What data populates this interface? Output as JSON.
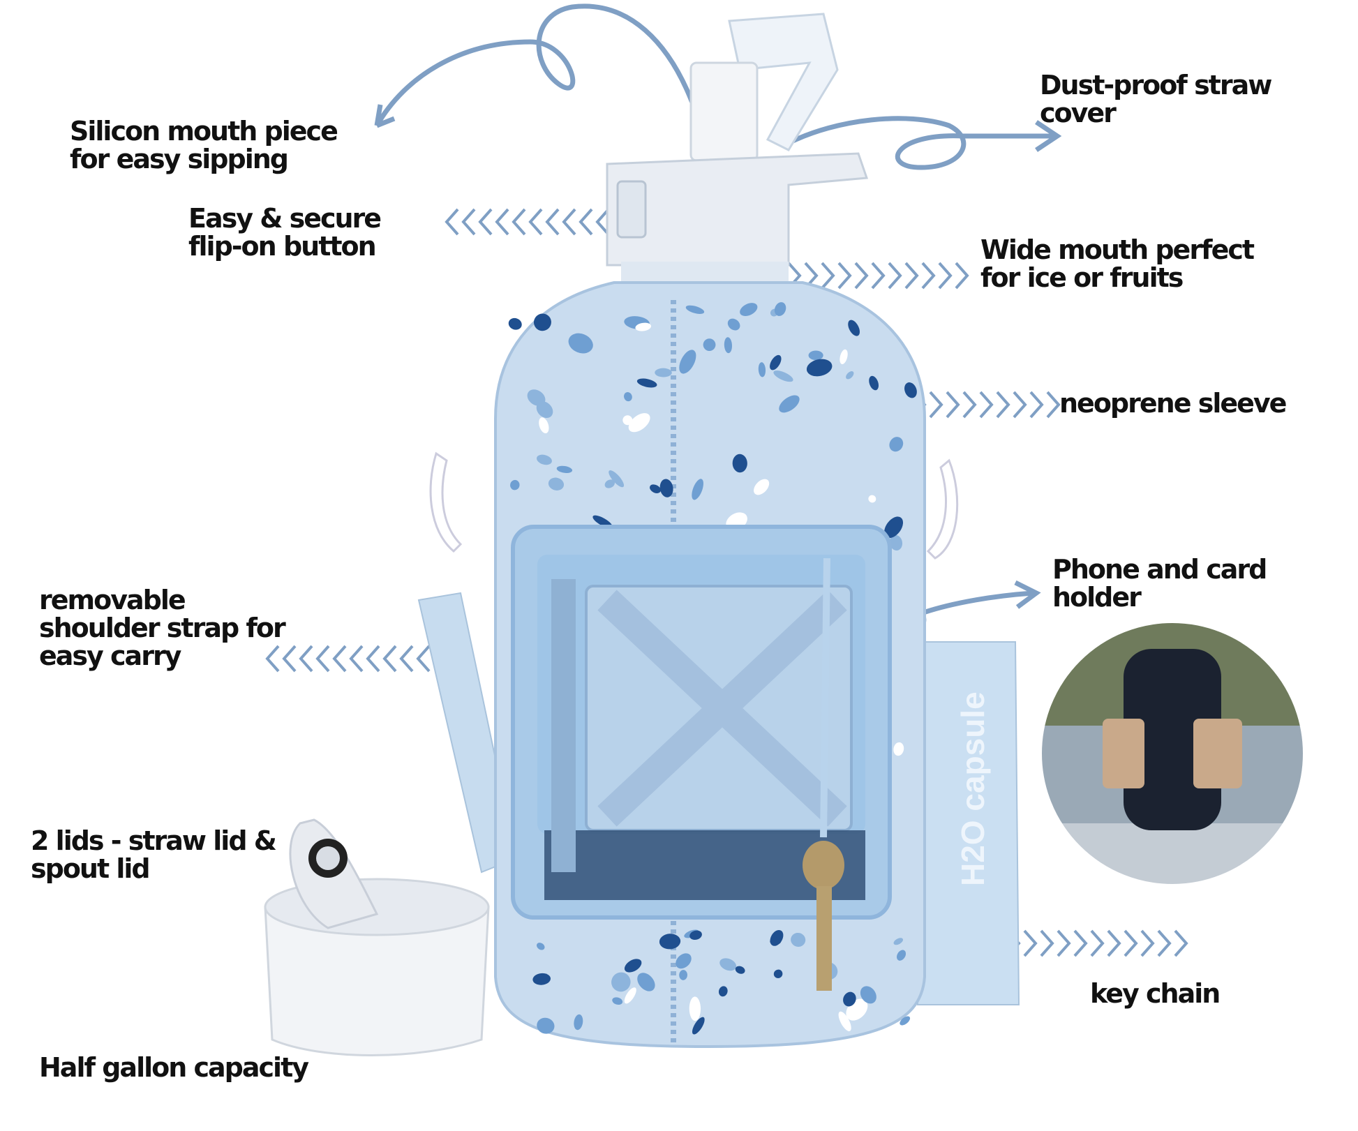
{
  "labels": {
    "mouthpiece": [
      "Silicon mouth piece",
      "for easy sipping"
    ],
    "button": [
      "Easy & secure",
      "flip-on button"
    ],
    "straw_cover": [
      "Dust-proof straw",
      "cover"
    ],
    "wide_mouth": [
      "Wide mouth perfect",
      "for ice or fruits"
    ],
    "sleeve": [
      "neoprene sleeve"
    ],
    "phone_holder": [
      "Phone and card",
      "holder"
    ],
    "strap": [
      "removable",
      "shoulder strap for",
      "easy carry"
    ],
    "lids": [
      "2 lids - straw lid &",
      "spout lid"
    ],
    "capacity": [
      "Half gallon capacity"
    ],
    "keychain": [
      "key chain"
    ]
  },
  "brand": "H2O capsule",
  "colors": {
    "arrow": "#7f9fc4",
    "sleeve": "#c9dcef",
    "sleeve_dark": "#1f4f8f",
    "sleeve_mid": "#6f9fd2",
    "text": "#111111"
  }
}
